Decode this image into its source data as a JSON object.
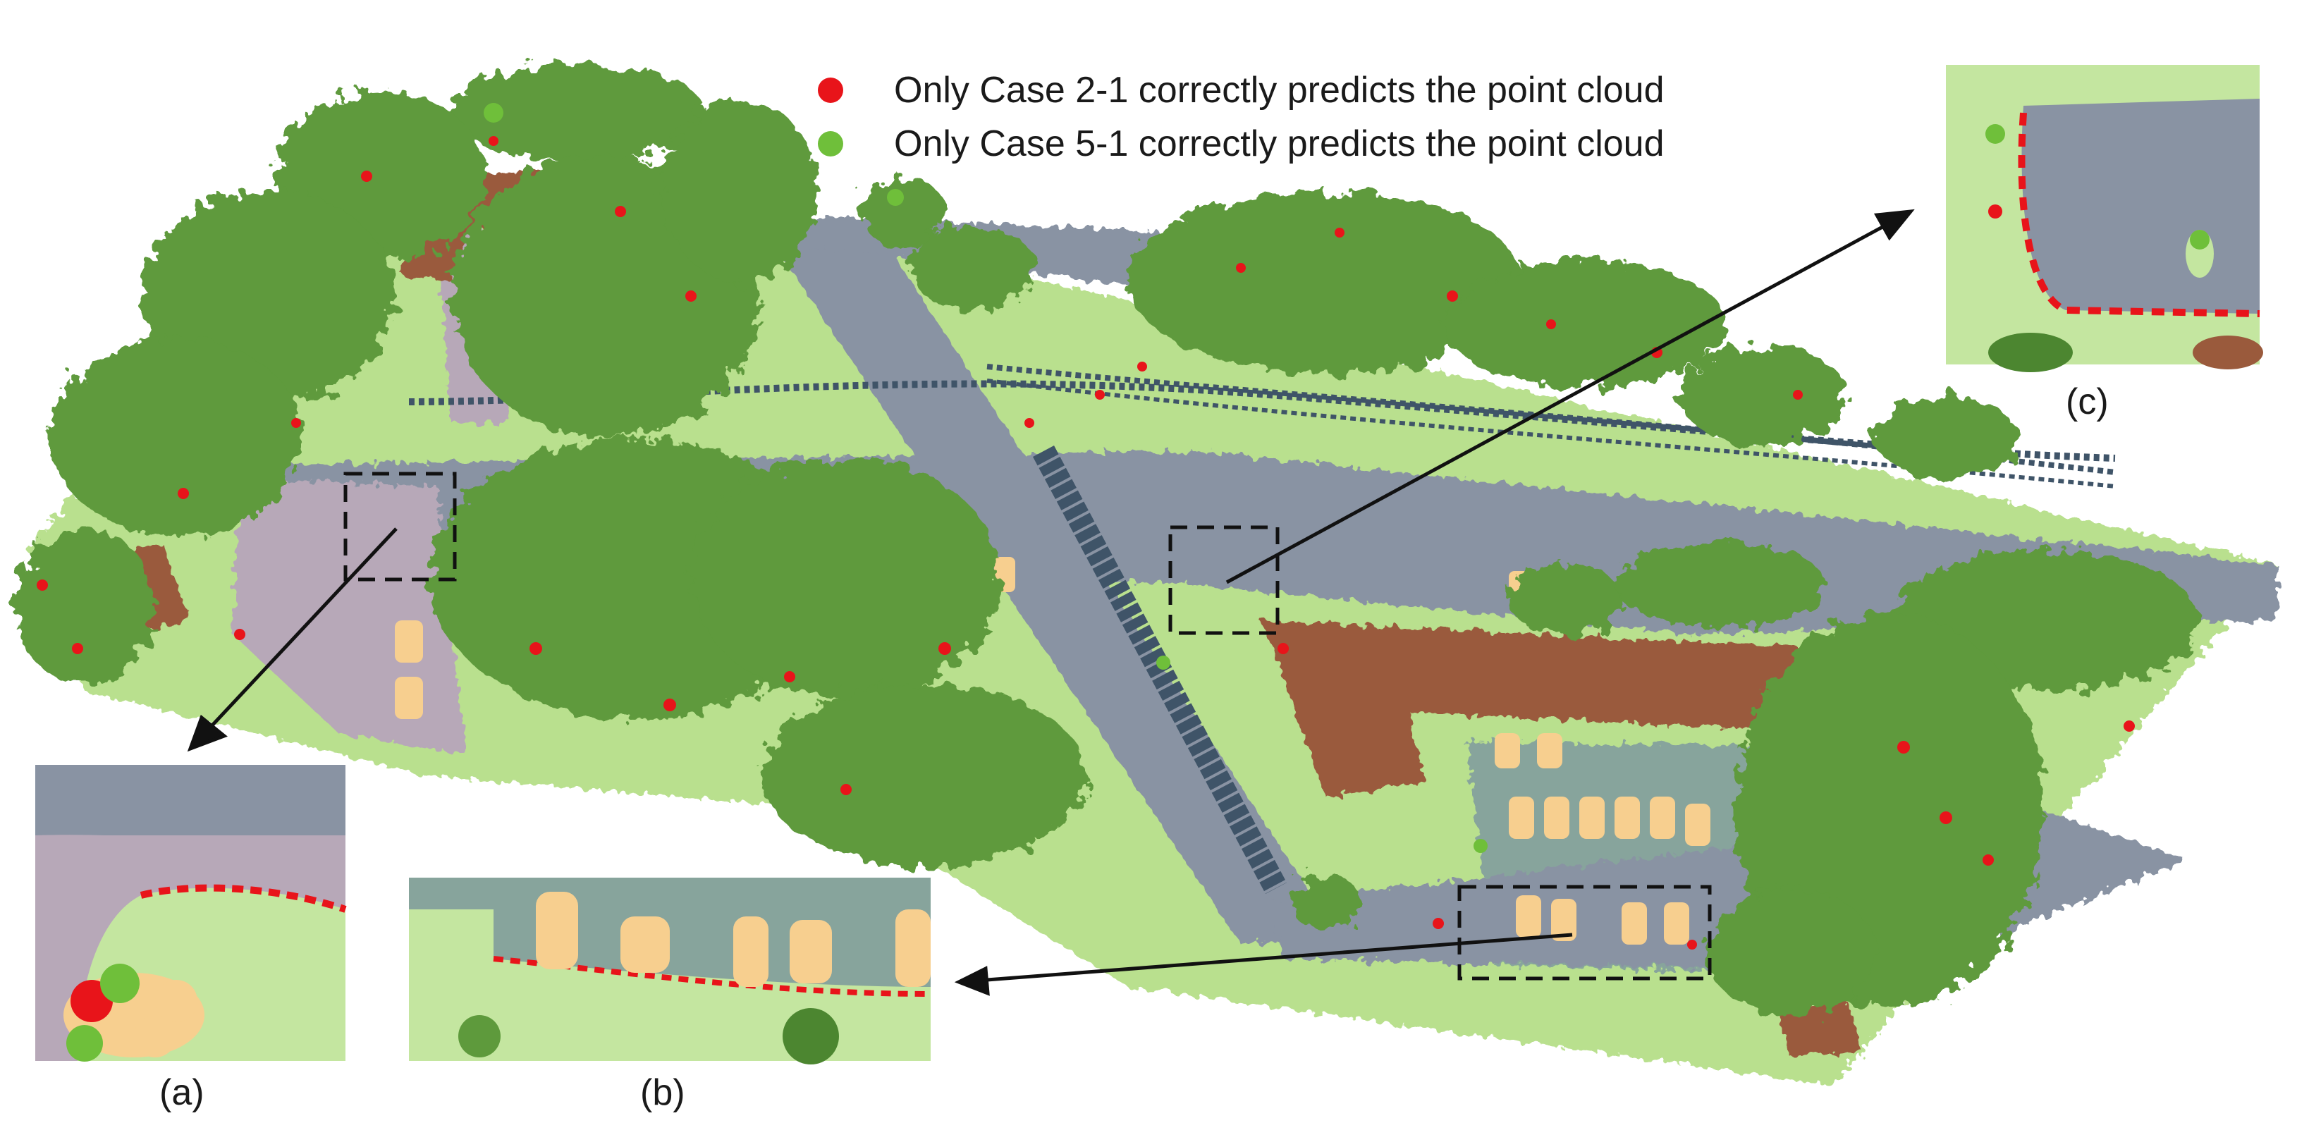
{
  "legend": [
    {
      "label": "Only Case 2-1 correctly predicts the point cloud",
      "color": "#e8141a"
    },
    {
      "label": "Only Case 5-1 correctly predicts the point cloud",
      "color": "#6fbf3a"
    }
  ],
  "panels": {
    "a": "(a)",
    "b": "(b)",
    "c": "(c)"
  },
  "colors": {
    "tree": "#5e9a3c",
    "tree_dark": "#4c8630",
    "grass": "#b9e08e",
    "road": "#8993a3",
    "parking": "#87a49c",
    "sidewalk": "#b7a8b8",
    "building": "#9a5a3c",
    "car": "#f7cf8f",
    "powerline": "#3f5468",
    "red": "#e8141a",
    "green": "#6fbf3a"
  }
}
